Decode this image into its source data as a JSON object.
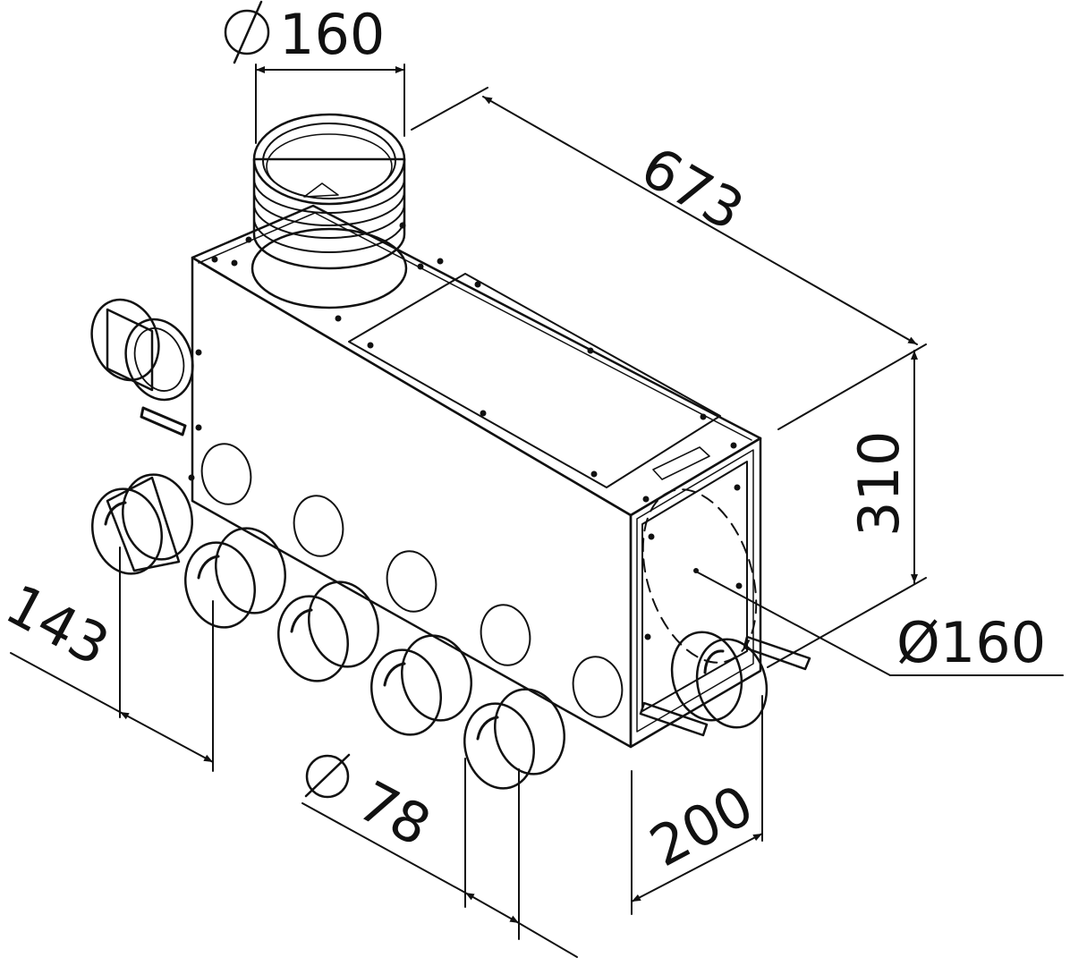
{
  "dimensions": {
    "top_collar_diameter": "160",
    "length": "673",
    "height": "310",
    "end_collar_diameter": "Ø160",
    "outlet_pitch": "143",
    "outlet_diameter": "78",
    "width": "200"
  },
  "colors": {
    "line": "#111111",
    "background": "#ffffff",
    "box_fill": "#f2f2f2"
  }
}
